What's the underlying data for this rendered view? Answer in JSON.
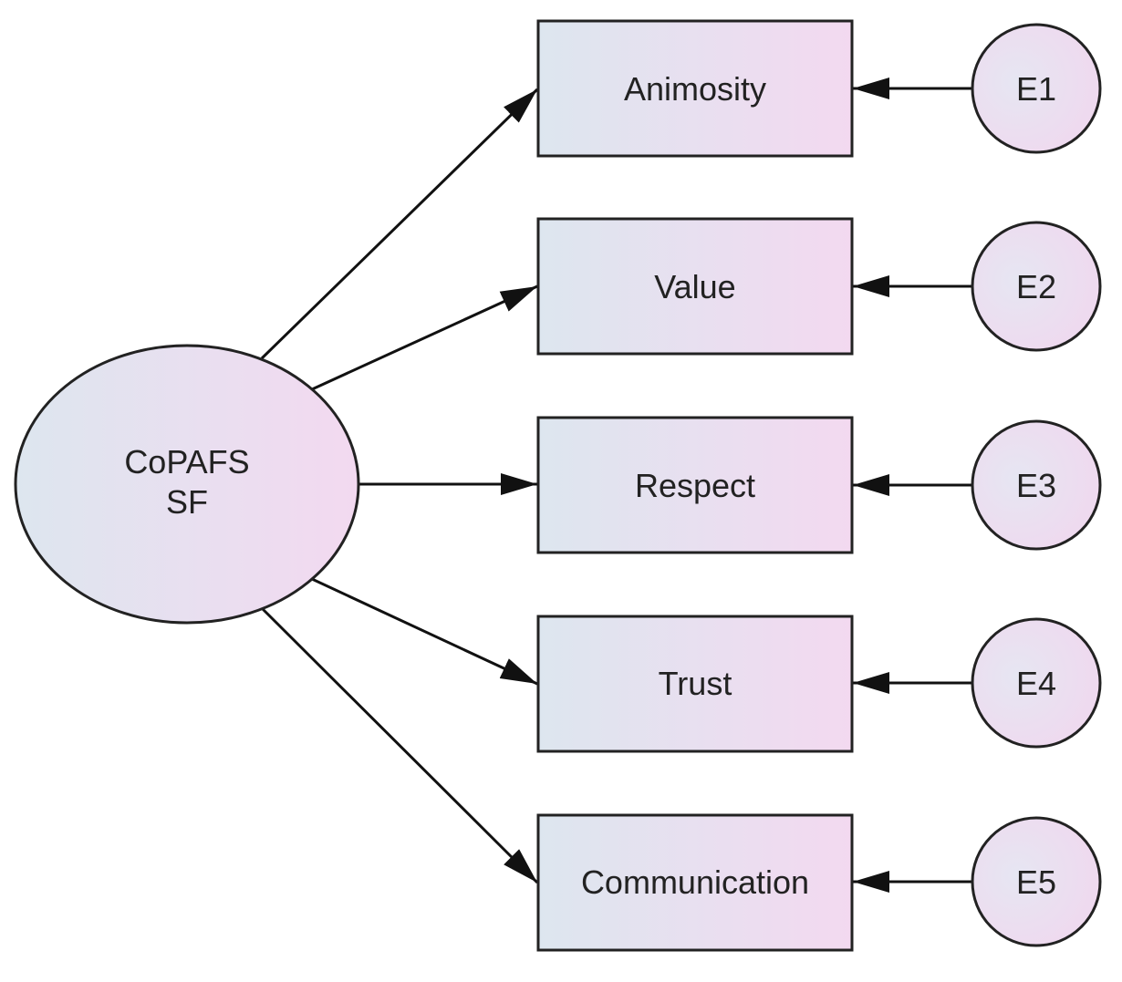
{
  "latent": {
    "label_line1": "CoPAFS",
    "label_line2": "SF"
  },
  "indicators": [
    {
      "label": "Animosity",
      "error": "E1"
    },
    {
      "label": "Value",
      "error": "E2"
    },
    {
      "label": "Respect",
      "error": "E3"
    },
    {
      "label": "Trust",
      "error": "E4"
    },
    {
      "label": "Communication",
      "error": "E5"
    }
  ],
  "colors": {
    "fill_left": "#dde6ef",
    "fill_right": "#f3d9f0",
    "stroke": "#222222"
  }
}
